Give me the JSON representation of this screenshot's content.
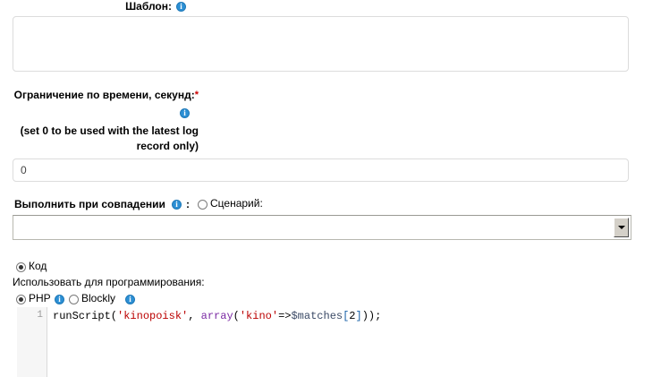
{
  "template_field": {
    "label": "Шаблон:",
    "info_icon": "info-icon",
    "value": "",
    "placeholder": ""
  },
  "time_limit_field": {
    "label": "Ограничение по времени, секунд:",
    "required_marker": "*",
    "info_icon": "info-icon",
    "hint": "(set 0 to be used with the latest log record only)",
    "value": "0",
    "placeholder": ""
  },
  "execute_on_match": {
    "label": "Выполнить при совпадении",
    "info_icon": "info-icon",
    "colon": ":",
    "scenario_radio": {
      "label": "Сценарий:",
      "checked": false
    },
    "scenario_select": {
      "selected_value": "",
      "arrow_icon": "chevron-down-icon"
    }
  },
  "code_section": {
    "code_radio": {
      "label": "Код",
      "checked": true
    },
    "use_for_label": "Использовать для программирования:",
    "php_radio": {
      "label": "PHP",
      "checked": true,
      "info_icon": "info-icon"
    },
    "blockly_radio": {
      "label": "Blockly",
      "checked": false,
      "info_icon": "info-icon"
    }
  },
  "editor": {
    "line_number": "1",
    "code_tokens": [
      {
        "text": "runScript(",
        "type": "plain"
      },
      {
        "text": "'kinopoisk'",
        "type": "string"
      },
      {
        "text": ", ",
        "type": "plain"
      },
      {
        "text": "array",
        "type": "function"
      },
      {
        "text": "(",
        "type": "plain"
      },
      {
        "text": "'kino'",
        "type": "string"
      },
      {
        "text": "=>",
        "type": "plain"
      },
      {
        "text": "$matches",
        "type": "variable"
      },
      {
        "text": "[",
        "type": "bracket"
      },
      {
        "text": "2",
        "type": "plain"
      },
      {
        "text": "]",
        "type": "bracket"
      },
      {
        "text": "));",
        "type": "plain"
      }
    ],
    "full_code": "runScript('kinopoisk', array('kino'=>$matches[2]));"
  },
  "colors": {
    "info_icon_blue": "#2c8fd4",
    "required_red": "#cc0000",
    "string_red": "#bb0000",
    "function_purple": "#7a28a3",
    "variable_slate": "#3b4a66",
    "bracket_blue": "#1a62a8",
    "border_gray": "#dcdcdc",
    "gutter_gray": "#f6f6f6"
  }
}
